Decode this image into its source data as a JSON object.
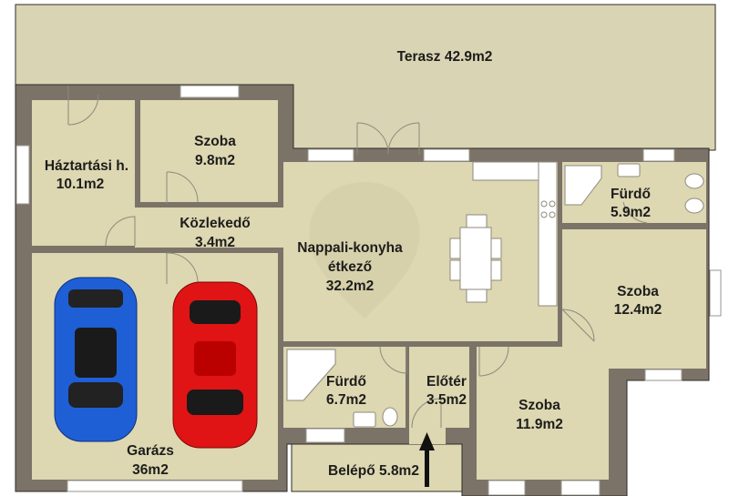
{
  "plan": {
    "rooms": [
      {
        "id": "terasz",
        "lines": [
          "Terasz 42.9m2"
        ]
      },
      {
        "id": "haztartasi",
        "lines": [
          "Háztartási h.",
          "10.1m2"
        ]
      },
      {
        "id": "szoba1",
        "lines": [
          "Szoba",
          "9.8m2"
        ]
      },
      {
        "id": "kozlekedo",
        "lines": [
          "Közlekedő",
          "3.4m2"
        ]
      },
      {
        "id": "nappali",
        "lines": [
          "Nappali-konyha",
          "étkező",
          "32.2m2"
        ]
      },
      {
        "id": "furdo1",
        "lines": [
          "Fürdő",
          "5.9m2"
        ]
      },
      {
        "id": "szoba2",
        "lines": [
          "Szoba",
          "12.4m2"
        ]
      },
      {
        "id": "furdo2",
        "lines": [
          "Fürdő",
          "6.7m2"
        ]
      },
      {
        "id": "eloter",
        "lines": [
          "Előtér",
          "3.5m2"
        ]
      },
      {
        "id": "szoba3",
        "lines": [
          "Szoba",
          "11.9m2"
        ]
      },
      {
        "id": "garazs",
        "lines": [
          "Garázs",
          "36m2"
        ]
      },
      {
        "id": "belepo",
        "lines": [
          "Belépő 5.8m2"
        ]
      }
    ],
    "colors": {
      "floor": "#ddd7b2",
      "terrace": "#d9d4b3",
      "wall": "#7b7367",
      "car1": "#1f5fd6",
      "car2": "#e01414"
    }
  }
}
